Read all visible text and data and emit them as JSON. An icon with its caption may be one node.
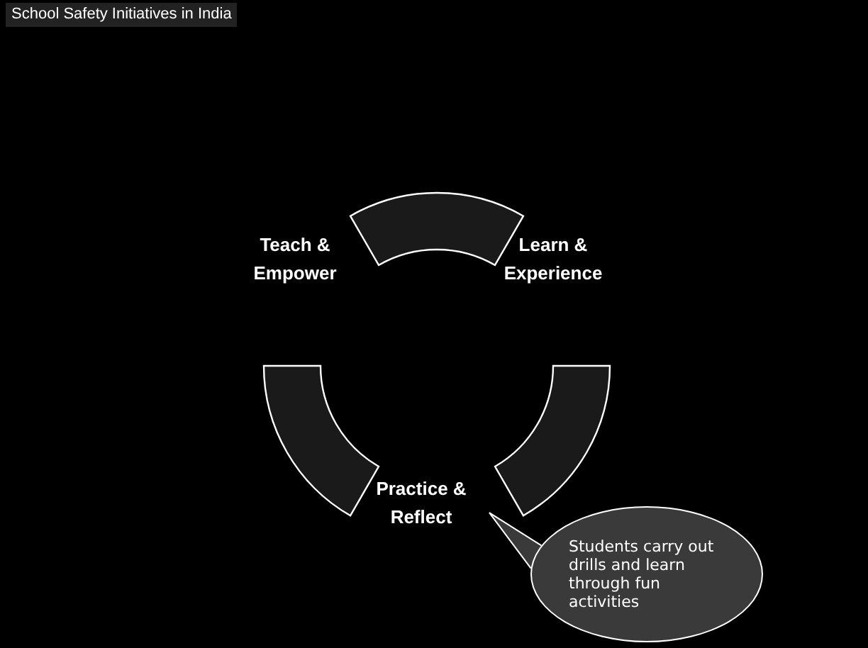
{
  "diagram": {
    "title": "School Safety Initiatives in India",
    "nodes": [
      {
        "text": [
          "Teach & Empower"
        ]
      },
      {
        "text": [
          "Learn & Experience"
        ]
      },
      {
        "text": [
          "Practice & Reflect"
        ]
      },
      {
        "text": [],
        "shape": "arc"
      },
      {
        "text": [],
        "shape": "arc"
      },
      {
        "text": [],
        "shape": "arc"
      },
      {
        "text": [
          "Students carry out drills and learn through fun activities"
        ]
      }
    ],
    "edges": [
      {
        "from": 6,
        "to": 2,
        "arrow": "none"
      }
    ]
  }
}
